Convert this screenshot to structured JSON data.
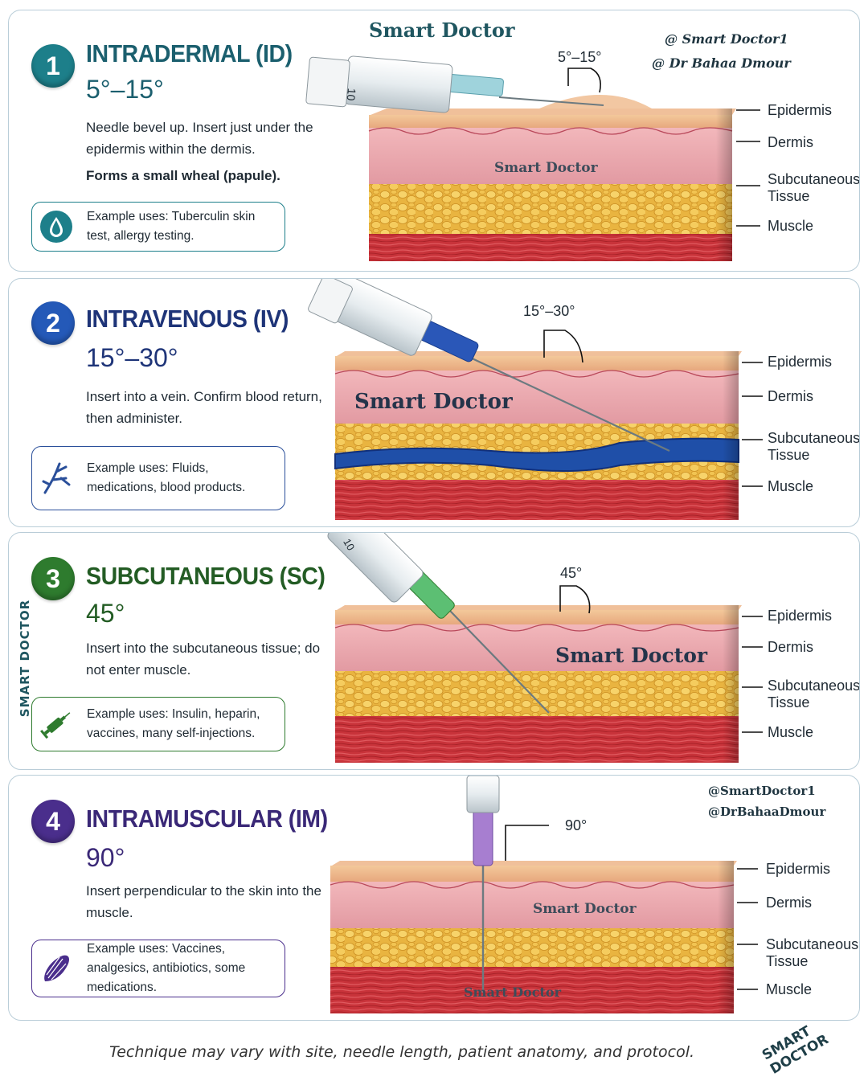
{
  "brand": {
    "top_text": "Smart Doctor",
    "tissue_text": "Smart Doctor",
    "side_vertical": "SMART DOCTOR",
    "corner": "SMART DOCTOR",
    "handles_top": [
      "@ Smart Doctor1",
      "@ Dr Bahaa Dmour"
    ],
    "handles_panel4": [
      "@SmartDoctor1",
      "@DrBahaaDmour"
    ]
  },
  "layer_labels": [
    "Epidermis",
    "Dermis",
    "Subcutaneous",
    "Tissue",
    "Muscle"
  ],
  "panels": [
    {
      "number": "1",
      "title": "INTRADERMAL (ID)",
      "angle": "5°–15°",
      "description": "Needle bevel up. Insert just under the epidermis within the dermis.",
      "description_bold": "Forms a small wheal (papule).",
      "example": "Example uses: Tuberculin skin test, allergy testing.",
      "icon": "droplet-icon",
      "color": "#1d7f8a",
      "angle_label": "5°–15°",
      "syringe_mark": "10"
    },
    {
      "number": "2",
      "title": "INTRAVENOUS (IV)",
      "angle": "15°–30°",
      "description": "Insert into a vein. Confirm blood return, then administer.",
      "example": "Example uses: Fluids, medications, blood products.",
      "icon": "vein-icon",
      "color": "#1e3f8c",
      "angle_label": "15°–30°"
    },
    {
      "number": "3",
      "title": "SUBCUTANEOUS (SC)",
      "angle": "45°",
      "description": "Insert into the subcutaneous tissue; do not enter muscle.",
      "example": "Example uses: Insulin, heparin, vaccines, many self-injections.",
      "icon": "syringe-icon",
      "color": "#2c6b2a",
      "angle_label": "45°",
      "syringe_mark": "10"
    },
    {
      "number": "4",
      "title": "INTRAMUSCULAR (IM)",
      "angle": "90°",
      "description": "Insert perpendicular to the skin into the muscle.",
      "example": "Example uses: Vaccines, analgesics, antibiotics, some medications.",
      "icon": "muscle-icon",
      "color": "#3f2a7a",
      "angle_label": "90°"
    }
  ],
  "footer": "Technique may vary with site, needle length, patient anatomy, and protocol."
}
